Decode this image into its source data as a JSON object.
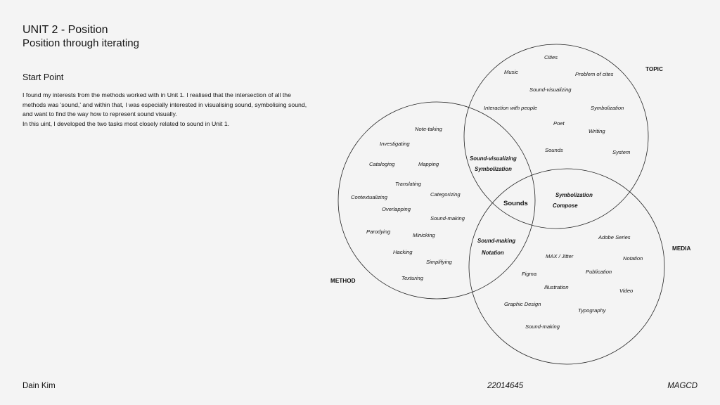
{
  "header": {
    "title": "UNIT 2 - Position",
    "subtitle": "Position through iterating"
  },
  "intro": {
    "heading": "Start Point",
    "lines": [
      "I found my interests from the methods worked with in Unit 1. I realised that the intersection of all the",
      "methods was 'sound,' and within that, I was especially interested in visualising sound, symbolising sound,",
      "and want to find the way how to represent sound visually.",
      "In this uint, I developed the two tasks most closely related to sound in Unit 1."
    ]
  },
  "venn": {
    "sets": {
      "topic": "TOPIC",
      "method": "METHOD",
      "media": "MEDIA"
    },
    "topic_items": [
      "Cities",
      "Music",
      "Problem of cites",
      "Sound-visualizing",
      "Interaction with people",
      "Symbolization",
      "Poet",
      "Writing",
      "Sounds",
      "System"
    ],
    "method_items": [
      "Note-taking",
      "Investigating",
      "Cataloging",
      "Mapping",
      "Translating",
      "Categorizing",
      "Contextualizing",
      "Overlapping",
      "Sound-making",
      "Parodying",
      "Minicking",
      "Hacking",
      "Simplifying",
      "Texturing"
    ],
    "media_items": [
      "Adobe Series",
      "MAX / Jitter",
      "Notation",
      "Figma",
      "Publication",
      "Illustration",
      "Video",
      "Graphic Design",
      "Typography",
      "Sound-making"
    ],
    "topic_method": [
      "Sound-visualizing",
      "Symbolization"
    ],
    "topic_media": [
      "Symbolization",
      "Compose"
    ],
    "method_media": [
      "Sound-making",
      "Notation"
    ],
    "center": "Sounds"
  },
  "footer": {
    "name": "Dain Kim",
    "student_id": "22014645",
    "course": "MAGCD"
  }
}
